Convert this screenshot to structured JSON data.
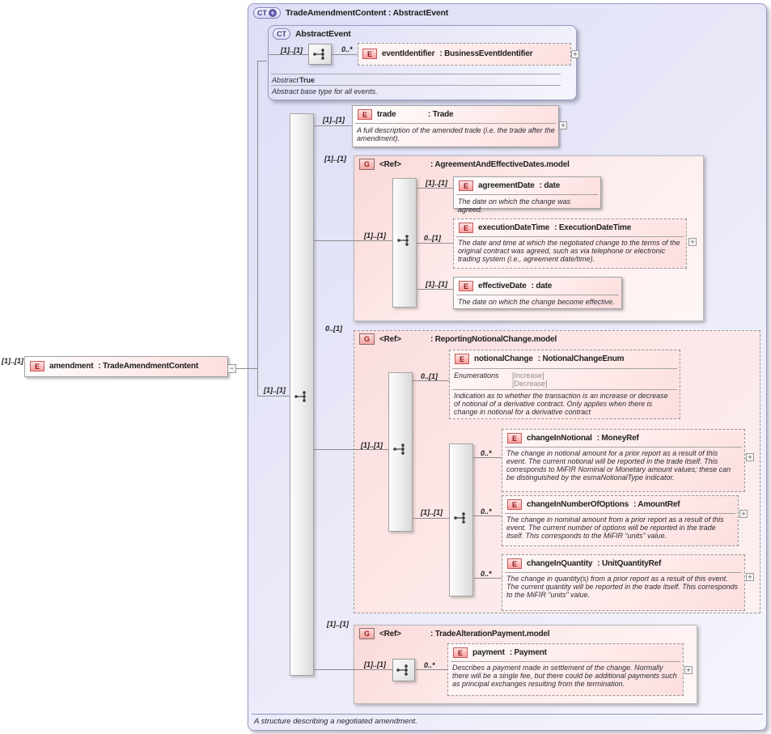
{
  "colors": {
    "type_box_fill": "#e3e3f7",
    "group_fill": "#fbdcdc",
    "element_fill": "#fde9e9",
    "badge_border_red": "#c25a5a",
    "connector_line": "#8c8c8c"
  },
  "icons": {
    "expand_glyph": "+",
    "collapse_glyph": "−"
  },
  "badges": {
    "ct": "CT",
    "e": "E",
    "g": "G"
  },
  "root": {
    "card": "[1]..[1]",
    "name": "amendment",
    "type": ": TradeAmendmentContent"
  },
  "type_box": {
    "title": "TradeAmendmentContent : AbstractEvent",
    "content_card": "[1]..[1]",
    "footer": "A structure describing a negotiated amendment."
  },
  "abstract_event": {
    "title": "AbstractEvent",
    "card": "[1]..[1]",
    "event_identifier": {
      "card": "0..*",
      "name": "eventIdentifier",
      "type": ": BusinessEventIdentifier"
    },
    "abstract_label": "Abstract",
    "abstract_value": "True",
    "desc": "Abstract base type for all events."
  },
  "trade": {
    "card": "[1]..[1]",
    "name": "trade",
    "type": ": Trade",
    "desc": "A full description of the amended trade (i.e. the trade after the amendment)."
  },
  "agreement": {
    "card": "[1]..[1]",
    "name": "<Ref>",
    "type": ": AgreementAndEffectiveDates.model",
    "inner_card": "[1]..[1]",
    "agreement_date": {
      "card": "[1]..[1]",
      "name": "agreementDate",
      "type": ": date",
      "desc": "The date on which the change was agreed."
    },
    "execution_date_time": {
      "card": "0..[1]",
      "name": "executionDateTime",
      "type": ": ExecutionDateTime",
      "desc": "The date and time at which the negotiated change to the terms of the original contract was agreed, such as via telephone or electronic trading system (i.e., agreement date/time)."
    },
    "effective_date": {
      "card": "[1]..[1]",
      "name": "effectiveDate",
      "type": ": date",
      "desc": "The date on which the change become effective."
    }
  },
  "reporting": {
    "card": "0..[1]",
    "name": "<Ref>",
    "type": ": ReportingNotionalChange.model",
    "inner_card": "[1]..[1]",
    "choice_card": "[1]..[1]",
    "notional_change": {
      "card": "0..[1]",
      "name": "notionalChange",
      "type": ": NotionalChangeEnum",
      "enum_label": "Enumerations",
      "enum_1": "[Increase]",
      "enum_2": "[Decrease]",
      "desc": "Indication as to whether the transaction is an increase or decrease of notional of a derivative contract. Only applies when there is change in notional for a derivative contract"
    },
    "change_in_notional": {
      "card": "0..*",
      "name": "changeInNotional",
      "type": ": MoneyRef",
      "desc": "The change in notional amount for a prior report as a result of this event. The current notional will be reported in the trade itself. This corresponds to MiFIR Nominal or Monetary amount values; these can be distinguished by the esmaNotionalType indicator."
    },
    "change_in_number_of_options": {
      "card": "0..*",
      "name": "changeInNumberOfOptions",
      "type": ": AmountRef",
      "desc": "The change in nominal amount from a prior report as a result of this event. The current number of options will be reported in the trade itself. This corresponds to the MiFIR “units” value."
    },
    "change_in_quantity": {
      "card": "0..*",
      "name": "changeInQuantity",
      "type": ": UnitQuantityRef",
      "desc": "The change in quantity(s) from a prior report as a result of this event. The current quantity will be reported in the trade itself. This corresponds to the MiFIR “units” value."
    }
  },
  "payment_group": {
    "card": "[1]..[1]",
    "name": "<Ref>",
    "type": ": TradeAlterationPayment.model",
    "inner_card": "[1]..[1]",
    "payment": {
      "card": "0..*",
      "name": "payment",
      "type": ": Payment",
      "desc": "Describes a payment made in settlement of the change. Normally there will be a single fee, but there could be additional payments such as principal exchanges resulting from the termination."
    }
  }
}
